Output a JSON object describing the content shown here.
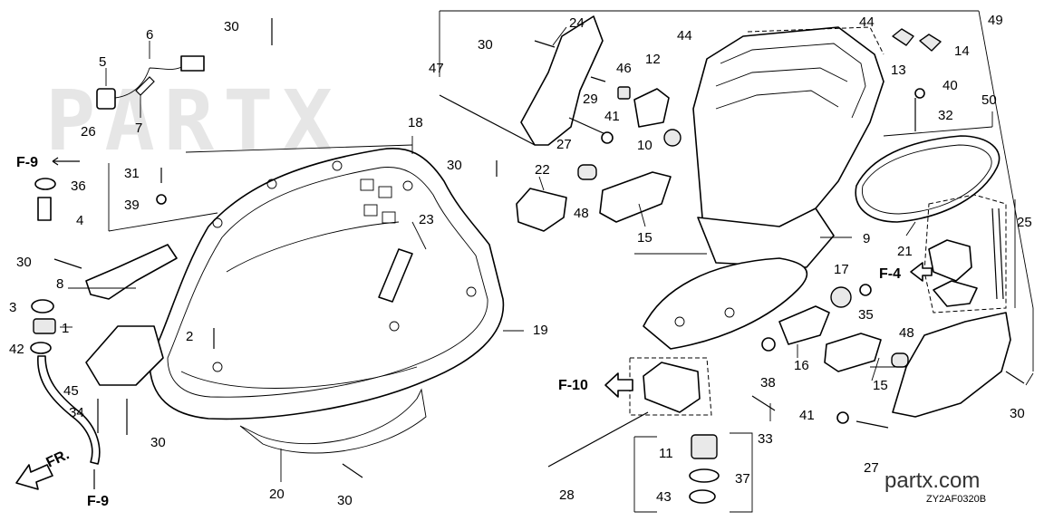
{
  "callouts": [
    {
      "id": "c1",
      "text": "1"
    },
    {
      "id": "c2",
      "text": "2"
    },
    {
      "id": "c3",
      "text": "3"
    },
    {
      "id": "c4",
      "text": "4"
    },
    {
      "id": "c5",
      "text": "5"
    },
    {
      "id": "c6",
      "text": "6"
    },
    {
      "id": "c7",
      "text": "7"
    },
    {
      "id": "c8",
      "text": "8"
    },
    {
      "id": "c9",
      "text": "9"
    },
    {
      "id": "c10",
      "text": "10"
    },
    {
      "id": "c11",
      "text": "11"
    },
    {
      "id": "c12",
      "text": "12"
    },
    {
      "id": "c13",
      "text": "13"
    },
    {
      "id": "c14",
      "text": "14"
    },
    {
      "id": "c15a",
      "text": "15"
    },
    {
      "id": "c15b",
      "text": "15"
    },
    {
      "id": "c16",
      "text": "16"
    },
    {
      "id": "c17",
      "text": "17"
    },
    {
      "id": "c18",
      "text": "18"
    },
    {
      "id": "c19",
      "text": "19"
    },
    {
      "id": "c20",
      "text": "20"
    },
    {
      "id": "c21",
      "text": "21"
    },
    {
      "id": "c22",
      "text": "22"
    },
    {
      "id": "c23",
      "text": "23"
    },
    {
      "id": "c24",
      "text": "24"
    },
    {
      "id": "c25",
      "text": "25"
    },
    {
      "id": "c26",
      "text": "26"
    },
    {
      "id": "c27a",
      "text": "27"
    },
    {
      "id": "c27b",
      "text": "27"
    },
    {
      "id": "c28",
      "text": "28"
    },
    {
      "id": "c29",
      "text": "29"
    },
    {
      "id": "c30a",
      "text": "30"
    },
    {
      "id": "c30b",
      "text": "30"
    },
    {
      "id": "c30c",
      "text": "30"
    },
    {
      "id": "c30d",
      "text": "30"
    },
    {
      "id": "c30e",
      "text": "30"
    },
    {
      "id": "c30f",
      "text": "30"
    },
    {
      "id": "c30g",
      "text": "30"
    },
    {
      "id": "c31",
      "text": "31"
    },
    {
      "id": "c32",
      "text": "32"
    },
    {
      "id": "c33",
      "text": "33"
    },
    {
      "id": "c34",
      "text": "34"
    },
    {
      "id": "c35",
      "text": "35"
    },
    {
      "id": "c36",
      "text": "36"
    },
    {
      "id": "c37",
      "text": "37"
    },
    {
      "id": "c38",
      "text": "38"
    },
    {
      "id": "c39",
      "text": "39"
    },
    {
      "id": "c40",
      "text": "40"
    },
    {
      "id": "c41a",
      "text": "41"
    },
    {
      "id": "c41b",
      "text": "41"
    },
    {
      "id": "c42",
      "text": "42"
    },
    {
      "id": "c43",
      "text": "43"
    },
    {
      "id": "c44a",
      "text": "44"
    },
    {
      "id": "c44b",
      "text": "44"
    },
    {
      "id": "c45",
      "text": "45"
    },
    {
      "id": "c46",
      "text": "46"
    },
    {
      "id": "c47",
      "text": "47"
    },
    {
      "id": "c48a",
      "text": "48"
    },
    {
      "id": "c48b",
      "text": "48"
    },
    {
      "id": "c49",
      "text": "49"
    },
    {
      "id": "c50",
      "text": "50"
    }
  ],
  "refs": {
    "f9_top": "F-9",
    "f9_bottom": "F-9",
    "f4": "F-4",
    "f10": "F-10",
    "fr": "FR."
  },
  "watermark": "partx.com",
  "diagram_code": "ZY2AF0320B",
  "ghost_text": "PARTX"
}
